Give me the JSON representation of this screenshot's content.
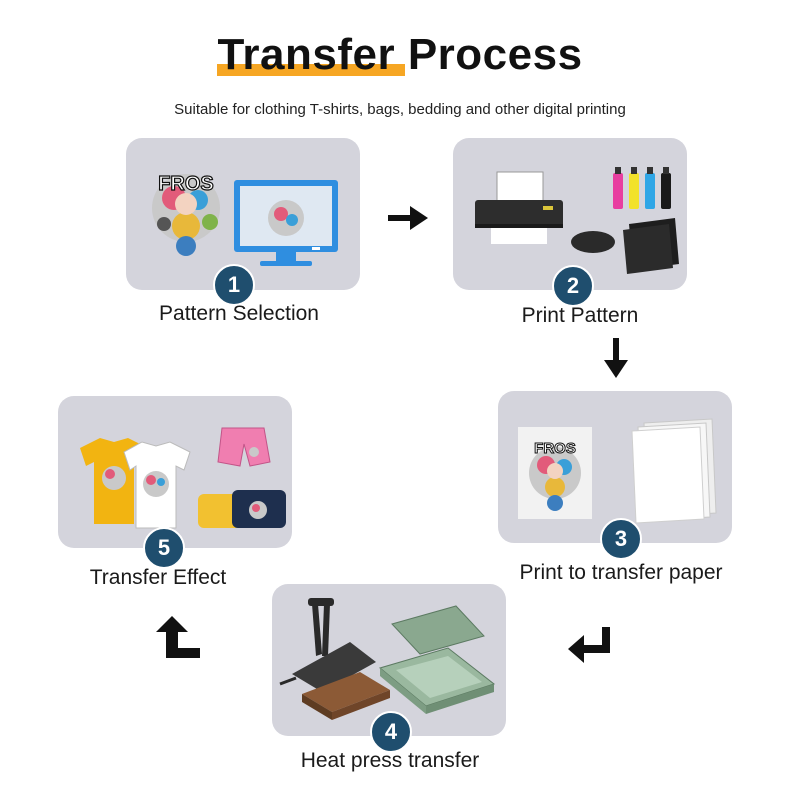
{
  "header": {
    "title": "Transfer Process",
    "subtitle": "Suitable for clothing T-shirts, bags, bedding and other digital printing"
  },
  "steps": [
    {
      "number": "1",
      "label": "Pattern Selection",
      "art_text": "FROS"
    },
    {
      "number": "2",
      "label": "Print Pattern"
    },
    {
      "number": "3",
      "label": "Print to transfer paper",
      "art_text": "FROS"
    },
    {
      "number": "4",
      "label": "Heat press transfer"
    },
    {
      "number": "5",
      "label": "Transfer Effect"
    }
  ],
  "colors": {
    "accent": "#f6a623",
    "badge": "#1f4e6e",
    "card": "#d4d4dc",
    "monitor": "#2f8ee0"
  }
}
